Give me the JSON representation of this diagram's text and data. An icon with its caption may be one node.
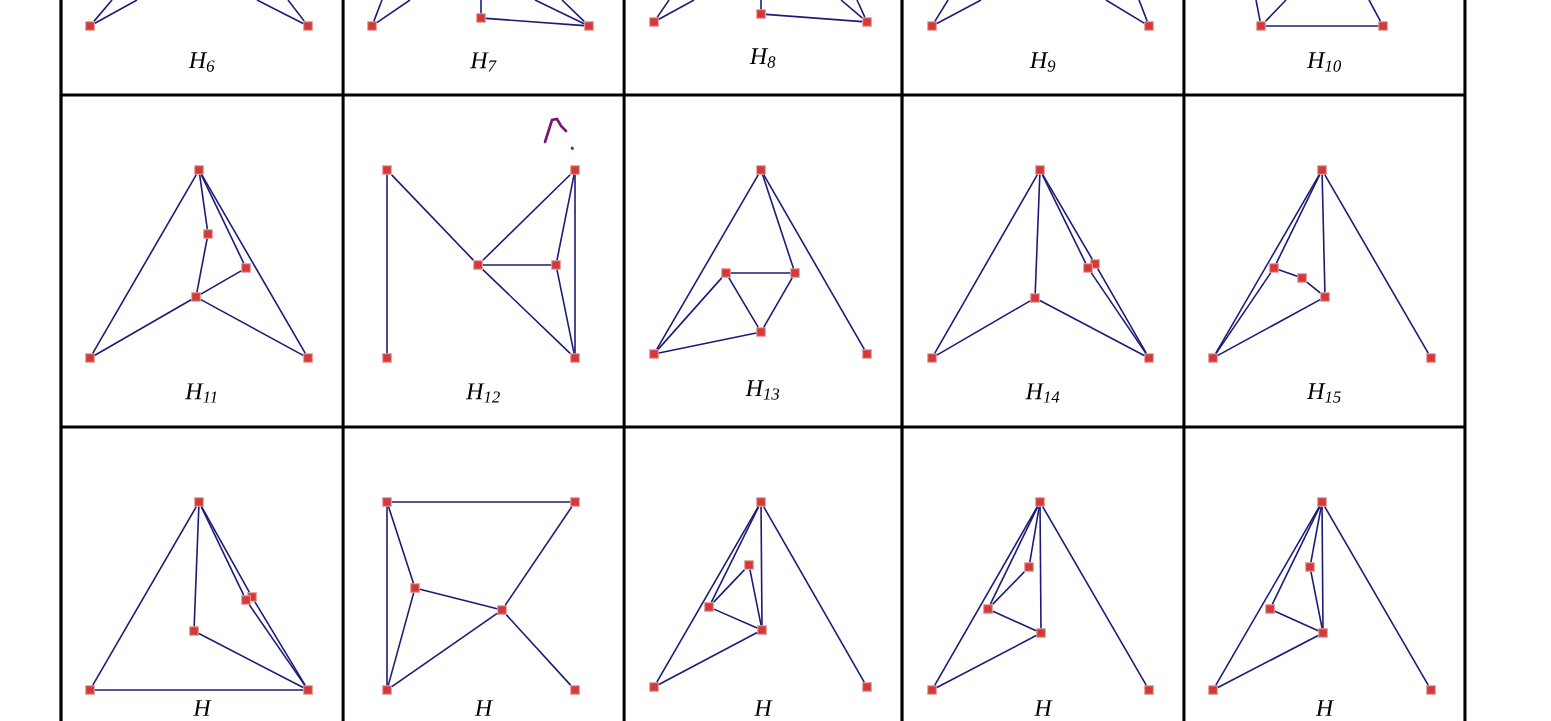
{
  "diagram": {
    "nodes": [
      {
        "text": [
          "H$_{6}$"
        ]
      },
      {
        "text": [],
        "shape": "box"
      },
      {
        "text": [],
        "shape": "box"
      },
      {
        "text": [
          "H$_{7}$"
        ]
      },
      {
        "text": [],
        "shape": "box"
      },
      {
        "text": [],
        "shape": "box"
      },
      {
        "text": [],
        "shape": "box"
      },
      {
        "text": [
          "H$_{8}$"
        ]
      },
      {
        "text": [],
        "shape": "box"
      },
      {
        "text": [],
        "shape": "box"
      },
      {
        "text": [],
        "shape": "box"
      },
      {
        "text": [
          "H$_{9}$"
        ]
      },
      {
        "text": [],
        "shape": "box"
      },
      {
        "text": [],
        "shape": "box"
      },
      {
        "text": [
          "H$_{10}$"
        ]
      },
      {
        "text": [],
        "shape": "box"
      },
      {
        "text": [],
        "shape": "box"
      },
      {
        "text": [
          "H$_{11}$"
        ]
      },
      {
        "text": [],
        "shape": "box"
      },
      {
        "text": [],
        "shape": "box"
      },
      {
        "text": [],
        "shape": "box"
      },
      {
        "text": [],
        "shape": "box"
      },
      {
        "text": [],
        "shape": "box"
      },
      {
        "text": [],
        "shape": "box"
      },
      {
        "text": [
          "H$_{12}$"
        ]
      },
      {
        "text": [],
        "shape": "box"
      },
      {
        "text": [],
        "shape": "box"
      },
      {
        "text": [],
        "shape": "box"
      },
      {
        "text": [],
        "shape": "box"
      },
      {
        "text": [],
        "shape": "box"
      },
      {
        "text": [],
        "shape": "box"
      },
      {
        "text": [
          "H$_{13}$"
        ]
      },
      {
        "text": [],
        "shape": "box"
      },
      {
        "text": [],
        "shape": "box"
      },
      {
        "text": [],
        "shape": "box"
      },
      {
        "text": [],
        "shape": "box"
      },
      {
        "text": [],
        "shape": "box"
      },
      {
        "text": [],
        "shape": "box"
      },
      {
        "text": [
          "H$_{14}$"
        ]
      },
      {
        "text": [],
        "shape": "box"
      },
      {
        "text": [],
        "shape": "box"
      },
      {
        "text": [],
        "shape": "box"
      },
      {
        "text": [],
        "shape": "box"
      },
      {
        "text": [],
        "shape": "box"
      },
      {
        "text": [],
        "shape": "box"
      },
      {
        "text": [
          "H$_{15}$"
        ]
      },
      {
        "text": [],
        "shape": "box"
      },
      {
        "text": [],
        "shape": "box"
      },
      {
        "text": [],
        "shape": "box"
      },
      {
        "text": [],
        "shape": "box"
      },
      {
        "text": [],
        "shape": "box"
      },
      {
        "text": [],
        "shape": "box"
      },
      {
        "text": [
          "H"
        ]
      },
      {
        "text": [],
        "shape": "box"
      },
      {
        "text": [],
        "shape": "box"
      },
      {
        "text": [],
        "shape": "box"
      },
      {
        "text": [],
        "shape": "box"
      },
      {
        "text": [],
        "shape": "box"
      },
      {
        "text": [],
        "shape": "box"
      },
      {
        "text": [
          "H"
        ]
      },
      {
        "text": [],
        "shape": "box"
      },
      {
        "text": [],
        "shape": "box"
      },
      {
        "text": [],
        "shape": "box"
      },
      {
        "text": [],
        "shape": "box"
      },
      {
        "text": [],
        "shape": "box"
      },
      {
        "text": [],
        "shape": "box"
      },
      {
        "text": [
          "H"
        ]
      },
      {
        "text": [],
        "shape": "box"
      },
      {
        "text": [],
        "shape": "box"
      },
      {
        "text": [],
        "shape": "box"
      },
      {
        "text": [],
        "shape": "box"
      },
      {
        "text": [],
        "shape": "box"
      },
      {
        "text": [],
        "shape": "box"
      },
      {
        "text": [
          "H"
        ]
      },
      {
        "text": [],
        "shape": "box"
      },
      {
        "text": [],
        "shape": "box"
      },
      {
        "text": [],
        "shape": "box"
      },
      {
        "text": [],
        "shape": "box"
      },
      {
        "text": [],
        "shape": "box"
      },
      {
        "text": [],
        "shape": "box"
      },
      {
        "text": [
          "H"
        ]
      },
      {
        "text": [],
        "shape": "box"
      },
      {
        "text": [],
        "shape": "box"
      },
      {
        "text": [],
        "shape": "box"
      },
      {
        "text": [],
        "shape": "box"
      },
      {
        "text": [],
        "shape": "box"
      },
      {
        "text": [],
        "shape": "box"
      }
    ],
    "edges": [
      {
        "from": 1,
        "to": null,
        "arrow": "none"
      },
      {
        "from": 1,
        "to": null,
        "arrow": "none"
      },
      {
        "from": 2,
        "to": null,
        "arrow": "none"
      },
      {
        "from": 2,
        "to": null,
        "arrow": "none"
      },
      {
        "from": 4,
        "to": null,
        "arrow": "none"
      },
      {
        "from": 4,
        "to": null,
        "arrow": "none"
      },
      {
        "from": 5,
        "to": null,
        "arrow": "none"
      },
      {
        "from": 5,
        "to": 6,
        "arrow": "none"
      },
      {
        "from": 6,
        "to": null,
        "arrow": "none"
      },
      {
        "from": 6,
        "to": null,
        "arrow": "none"
      },
      {
        "from": 8,
        "to": null,
        "arrow": "none"
      },
      {
        "from": 8,
        "to": null,
        "arrow": "none"
      },
      {
        "from": 9,
        "to": null,
        "arrow": "none"
      },
      {
        "from": 9,
        "to": 10,
        "arrow": "none"
      },
      {
        "from": 10,
        "to": null,
        "arrow": "none"
      },
      {
        "from": 10,
        "to": null,
        "arrow": "none"
      },
      {
        "from": 12,
        "to": null,
        "arrow": "none"
      },
      {
        "from": 12,
        "to": null,
        "arrow": "none"
      },
      {
        "from": 13,
        "to": null,
        "arrow": "none"
      },
      {
        "from": 13,
        "to": null,
        "arrow": "none"
      },
      {
        "from": 15,
        "to": null,
        "arrow": "none"
      },
      {
        "from": 15,
        "to": null,
        "arrow": "none"
      },
      {
        "from": 15,
        "to": 16,
        "arrow": "none"
      },
      {
        "from": 16,
        "to": null,
        "arrow": "none"
      },
      {
        "from": 18,
        "to": 22,
        "arrow": "none"
      },
      {
        "from": 18,
        "to": 19,
        "arrow": "none"
      },
      {
        "from": 19,
        "to": 21,
        "arrow": "none"
      },
      {
        "from": 18,
        "to": 20,
        "arrow": "none"
      },
      {
        "from": 18,
        "to": 23,
        "arrow": "none"
      },
      {
        "from": 20,
        "to": 21,
        "arrow": "none"
      },
      {
        "from": 21,
        "to": 22,
        "arrow": "none"
      },
      {
        "from": 21,
        "to": 23,
        "arrow": "none"
      },
      {
        "from": 25,
        "to": 29,
        "arrow": "none"
      },
      {
        "from": 25,
        "to": 27,
        "arrow": "none"
      },
      {
        "from": 27,
        "to": 26,
        "arrow": "none"
      },
      {
        "from": 27,
        "to": 28,
        "arrow": "none"
      },
      {
        "from": 27,
        "to": 30,
        "arrow": "none"
      },
      {
        "from": 26,
        "to": 28,
        "arrow": "none"
      },
      {
        "from": 26,
        "to": 30,
        "arrow": "none"
      },
      {
        "from": 28,
        "to": 30,
        "arrow": "none"
      },
      {
        "from": 32,
        "to": 36,
        "arrow": "none"
      },
      {
        "from": 32,
        "to": 34,
        "arrow": "none"
      },
      {
        "from": 32,
        "to": 37,
        "arrow": "none"
      },
      {
        "from": 33,
        "to": 34,
        "arrow": "none"
      },
      {
        "from": 33,
        "to": 35,
        "arrow": "none"
      },
      {
        "from": 34,
        "to": 35,
        "arrow": "none"
      },
      {
        "from": 33,
        "to": 36,
        "arrow": "none"
      },
      {
        "from": 35,
        "to": 36,
        "arrow": "none"
      },
      {
        "from": 39,
        "to": 43,
        "arrow": "none"
      },
      {
        "from": 39,
        "to": 42,
        "arrow": "none"
      },
      {
        "from": 39,
        "to": 41,
        "arrow": "none"
      },
      {
        "from": 41,
        "to": 44,
        "arrow": "none"
      },
      {
        "from": 39,
        "to": 40,
        "arrow": "none"
      },
      {
        "from": 40,
        "to": 44,
        "arrow": "none"
      },
      {
        "from": 42,
        "to": 43,
        "arrow": "none"
      },
      {
        "from": 42,
        "to": 44,
        "arrow": "none"
      },
      {
        "from": 46,
        "to": 50,
        "arrow": "none"
      },
      {
        "from": 46,
        "to": 47,
        "arrow": "none"
      },
      {
        "from": 46,
        "to": 49,
        "arrow": "none"
      },
      {
        "from": 46,
        "to": 51,
        "arrow": "none"
      },
      {
        "from": 47,
        "to": 48,
        "arrow": "none"
      },
      {
        "from": 48,
        "to": 49,
        "arrow": "none"
      },
      {
        "from": 47,
        "to": 50,
        "arrow": "none"
      },
      {
        "from": 49,
        "to": 50,
        "arrow": "none"
      },
      {
        "from": 53,
        "to": 57,
        "arrow": "none"
      },
      {
        "from": 57,
        "to": 58,
        "arrow": "none"
      },
      {
        "from": 53,
        "to": 56,
        "arrow": "none"
      },
      {
        "from": 56,
        "to": 58,
        "arrow": "none"
      },
      {
        "from": 53,
        "to": 55,
        "arrow": "none"
      },
      {
        "from": 55,
        "to": 58,
        "arrow": "none"
      },
      {
        "from": 53,
        "to": 54,
        "arrow": "none"
      },
      {
        "from": 54,
        "to": 58,
        "arrow": "none"
      },
      {
        "from": 60,
        "to": 61,
        "arrow": "none"
      },
      {
        "from": 60,
        "to": 64,
        "arrow": "none"
      },
      {
        "from": 60,
        "to": 62,
        "arrow": "none"
      },
      {
        "from": 62,
        "to": 64,
        "arrow": "none"
      },
      {
        "from": 62,
        "to": 63,
        "arrow": "none"
      },
      {
        "from": 63,
        "to": 61,
        "arrow": "none"
      },
      {
        "from": 63,
        "to": 64,
        "arrow": "none"
      },
      {
        "from": 63,
        "to": 65,
        "arrow": "none"
      },
      {
        "from": 67,
        "to": 71,
        "arrow": "none"
      },
      {
        "from": 67,
        "to": 69,
        "arrow": "none"
      },
      {
        "from": 67,
        "to": 70,
        "arrow": "none"
      },
      {
        "from": 67,
        "to": 72,
        "arrow": "none"
      },
      {
        "from": 69,
        "to": 68,
        "arrow": "none"
      },
      {
        "from": 68,
        "to": 70,
        "arrow": "none"
      },
      {
        "from": 69,
        "to": 70,
        "arrow": "none"
      },
      {
        "from": 70,
        "to": 71,
        "arrow": "none"
      },
      {
        "from": 74,
        "to": 78,
        "arrow": "none"
      },
      {
        "from": 74,
        "to": 76,
        "arrow": "none"
      },
      {
        "from": 74,
        "to": 75,
        "arrow": "none"
      },
      {
        "from": 75,
        "to": 76,
        "arrow": "none"
      },
      {
        "from": 74,
        "to": 77,
        "arrow": "none"
      },
      {
        "from": 74,
        "to": 79,
        "arrow": "none"
      },
      {
        "from": 76,
        "to": 77,
        "arrow": "none"
      },
      {
        "from": 77,
        "to": 78,
        "arrow": "none"
      },
      {
        "from": 81,
        "to": 85,
        "arrow": "none"
      },
      {
        "from": 81,
        "to": 83,
        "arrow": "none"
      },
      {
        "from": 81,
        "to": 82,
        "arrow": "none"
      },
      {
        "from": 82,
        "to": 84,
        "arrow": "none"
      },
      {
        "from": 81,
        "to": 84,
        "arrow": "none"
      },
      {
        "from": 81,
        "to": 86,
        "arrow": "none"
      },
      {
        "from": 83,
        "to": 84,
        "arrow": "none"
      },
      {
        "from": 84,
        "to": 85,
        "arrow": "none"
      }
    ]
  }
}
